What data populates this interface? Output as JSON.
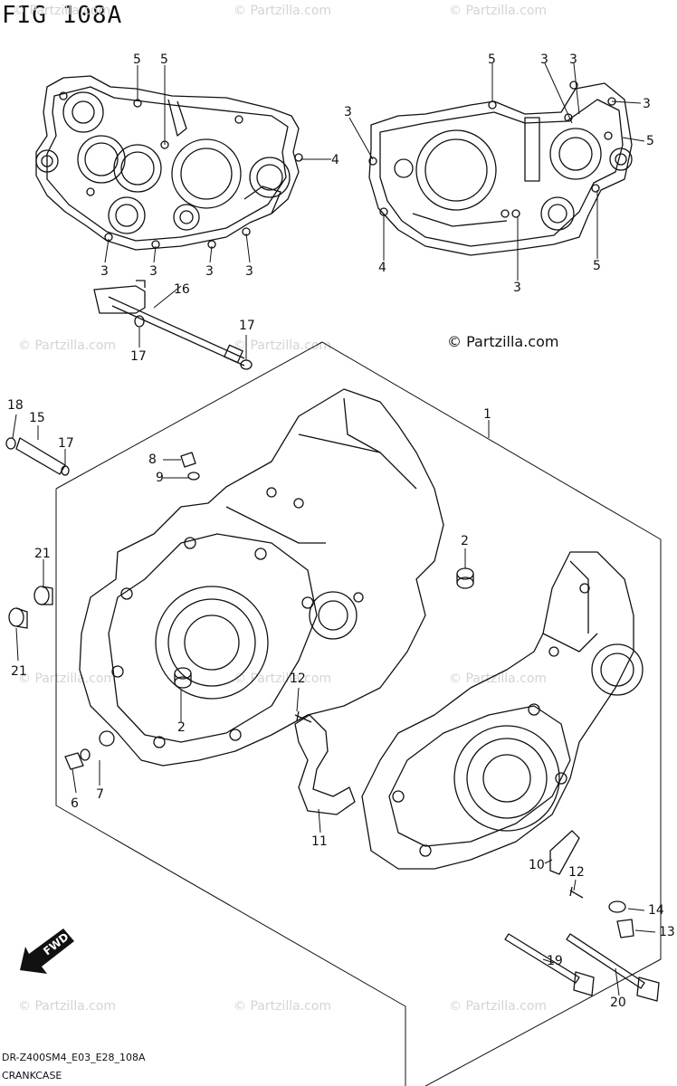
{
  "title": "FIG 108A",
  "copyright": "© Partzilla.com",
  "watermark": "© Partzilla.com",
  "footer": {
    "model_code": "DR-Z400SM4_E03_E28_108A",
    "caption": "CRANKCASE"
  },
  "fwd_label": "FWD",
  "callouts": {
    "c1": "1",
    "c2a": "2",
    "c2b": "2",
    "c3a": "3",
    "c3b": "3",
    "c3c": "3",
    "c3d": "3",
    "c3e": "3",
    "c3f": "3",
    "c3g": "3",
    "c3h": "3",
    "c4a": "4",
    "c4b": "4",
    "c5a": "5",
    "c5b": "5",
    "c5c": "5",
    "c5d": "5",
    "c5e": "5",
    "c6": "6",
    "c7": "7",
    "c8": "8",
    "c9": "9",
    "c10": "10",
    "c11": "11",
    "c12a": "12",
    "c12b": "12",
    "c13": "13",
    "c14": "14",
    "c15": "15",
    "c16": "16",
    "c17a": "17",
    "c17b": "17",
    "c17c": "17",
    "c18": "18",
    "c19": "19",
    "c20": "20",
    "c21a": "21",
    "c21b": "21"
  }
}
